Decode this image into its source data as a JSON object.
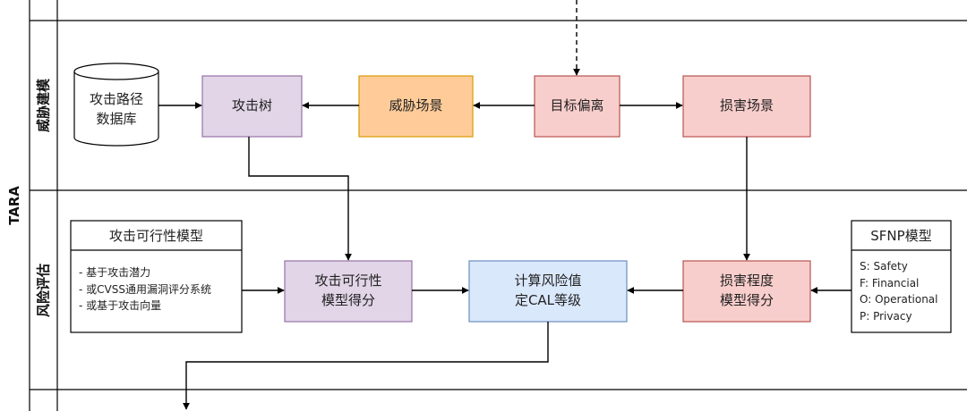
{
  "pool_label": "TARA",
  "lanes": {
    "threat_modeling": "威胁建模",
    "risk_assessment": "风险评估"
  },
  "nodes": {
    "attack_path_db": "攻击路径\n数据库",
    "attack_tree": "攻击树",
    "threat_scenario": "威胁场景",
    "goal_deviation": "目标偏离",
    "damage_scenario": "损害场景",
    "feasibility_score": "攻击可行性\n模型得分",
    "risk_calc": "计算风险值\n定CAL等级",
    "damage_degree": "损害程度\n模型得分"
  },
  "feasibility_model": {
    "title": "攻击可行性模型",
    "items": [
      "- 基于攻击潜力",
      "- 或CVSS通用漏洞评分系统",
      "- 或基于攻击向量"
    ]
  },
  "sfnp_model": {
    "title": "SFNP模型",
    "items": [
      "S: Safety",
      "F: Financial",
      "O: Operational",
      "P: Privacy"
    ]
  },
  "colors": {
    "purple_fill": "#e1d5e7",
    "purple_stroke": "#9673a6",
    "orange_fill": "#ffcc99",
    "orange_stroke": "#d79b00",
    "pink_fill": "#f8cecc",
    "pink_stroke": "#b85450",
    "blue_fill": "#dae8fc",
    "blue_stroke": "#6c8ebf",
    "line": "#000000"
  }
}
